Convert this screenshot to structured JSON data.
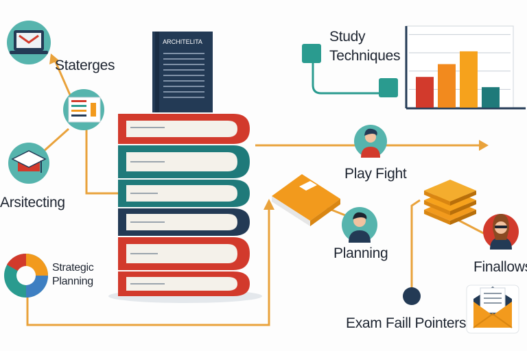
{
  "labels": {
    "staterges": "Staterges",
    "arsitecting": "Arsitecting",
    "strategic_line1": "Strategic",
    "strategic_line2": "Planning",
    "study_line1": "Study",
    "study_line2": "Techniques",
    "play_fight": "Play Fight",
    "planning": "Planning",
    "finallows": "Finallows",
    "exam": "Exam Faill Pointers"
  },
  "book_title": "ARCHITELITA",
  "chart_data": {
    "type": "bar",
    "categories": [
      "",
      "",
      "",
      ""
    ],
    "values": [
      48,
      68,
      88,
      32
    ],
    "ylim": [
      0,
      120
    ],
    "colors": [
      "#d23a2c",
      "#f28a1e",
      "#f6a21c",
      "#1f7a7a"
    ],
    "grid": true,
    "title": "",
    "xlabel": "",
    "ylabel": ""
  },
  "colors": {
    "teal": "#1f7a7a",
    "red": "#d23a2c",
    "orange": "#f29a1d",
    "navy": "#233a55",
    "connector": "#e9a23b"
  },
  "icons": [
    "laptop-icon",
    "document-chart-icon",
    "graduation-cap-icon",
    "pie-chart-icon",
    "person-icon",
    "book-icon",
    "layered-books-icon",
    "envelope-icon"
  ]
}
